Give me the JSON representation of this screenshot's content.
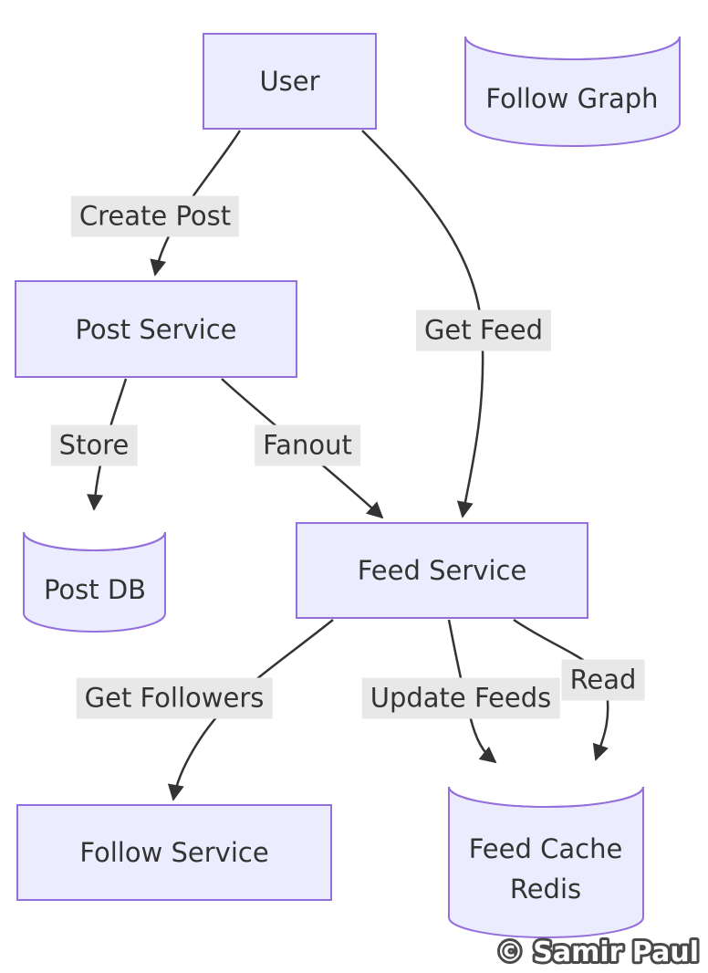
{
  "diagram": {
    "nodes": {
      "user": {
        "label": "User",
        "shape": "rectangle"
      },
      "follow_graph": {
        "label": "Follow Graph",
        "shape": "cylinder"
      },
      "post_service": {
        "label": "Post Service",
        "shape": "rectangle"
      },
      "post_db": {
        "label": "Post DB",
        "shape": "cylinder"
      },
      "feed_service": {
        "label": "Feed Service",
        "shape": "rectangle"
      },
      "follow_service": {
        "label": "Follow Service",
        "shape": "rectangle"
      },
      "feed_cache": {
        "label_line1": "Feed Cache",
        "label_line2": "Redis",
        "shape": "cylinder"
      }
    },
    "edges": {
      "create_post": {
        "label": "Create Post",
        "from": "User",
        "to": "Post Service"
      },
      "get_feed": {
        "label": "Get Feed",
        "from": "User",
        "to": "Feed Service"
      },
      "store": {
        "label": "Store",
        "from": "Post Service",
        "to": "Post DB"
      },
      "fanout": {
        "label": "Fanout",
        "from": "Post Service",
        "to": "Feed Service"
      },
      "get_followers": {
        "label": "Get Followers",
        "from": "Feed Service",
        "to": "Follow Service"
      },
      "update_feeds": {
        "label": "Update Feeds",
        "from": "Feed Service",
        "to": "Feed Cache Redis"
      },
      "read": {
        "label": "Read",
        "from": "Feed Service",
        "to": "Feed Cache Redis"
      }
    },
    "watermark": "© Samir Paul",
    "colors": {
      "node_fill": "#ECECFF",
      "node_stroke": "#9370DB",
      "edge_stroke": "#333333",
      "edge_label_bg": "#e8e8e8",
      "text": "#333333",
      "watermark_fill": "#ffffff",
      "watermark_outline": "#4a4a4a",
      "background": "#ffffff"
    }
  }
}
